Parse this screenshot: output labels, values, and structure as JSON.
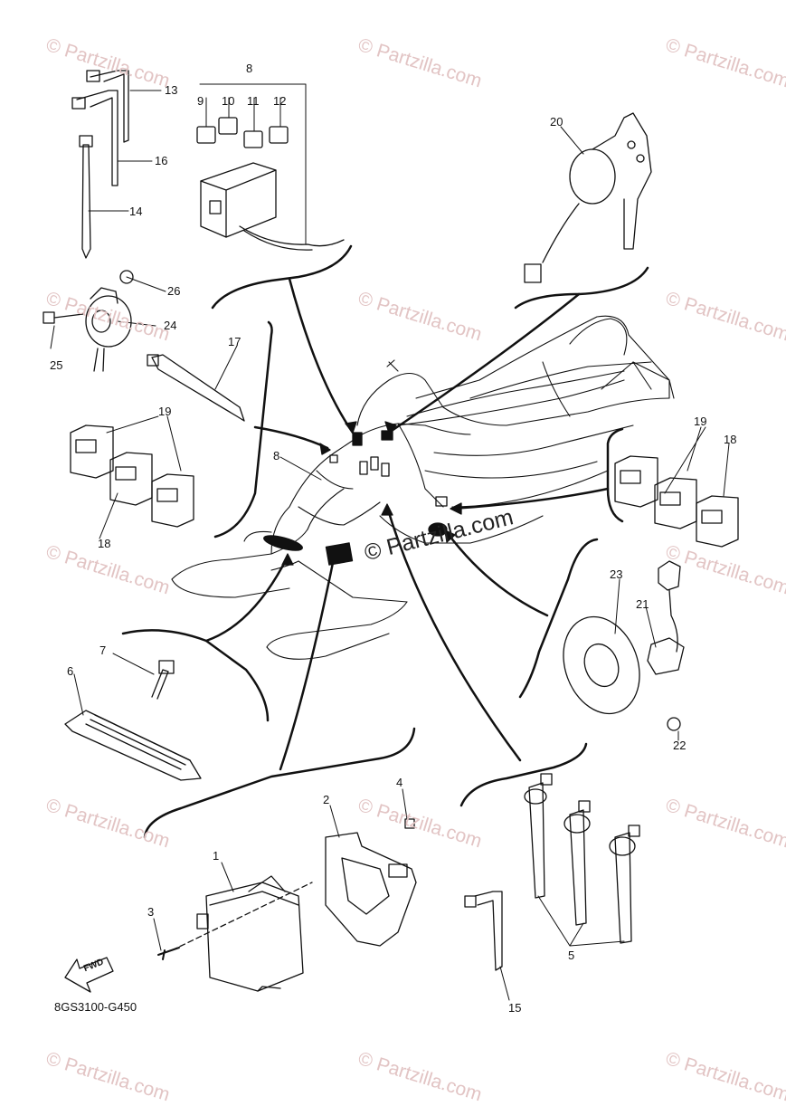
{
  "watermark_text": "© Partzilla.com",
  "center_watermark": "© Partzilla.com",
  "diagram_code": "8GS3100-G450",
  "fwd_label": "FWD",
  "part_numbers": [
    "1",
    "2",
    "3",
    "4",
    "5",
    "6",
    "7",
    "8",
    "9",
    "10",
    "11",
    "12",
    "13",
    "14",
    "15",
    "16",
    "17",
    "18",
    "19",
    "20",
    "21",
    "22",
    "23",
    "24",
    "25",
    "26"
  ],
  "colors": {
    "line": "#111111",
    "watermark": "#e2c4c4"
  }
}
